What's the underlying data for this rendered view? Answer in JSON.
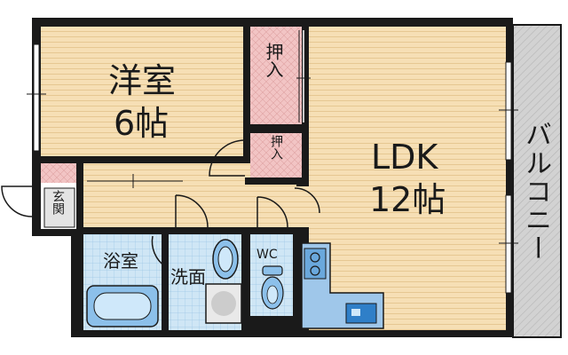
{
  "rooms": {
    "western": {
      "name": "洋室",
      "size": "6帖"
    },
    "ldk": {
      "name": "LDK",
      "size": "12帖"
    },
    "closet_large": "押入",
    "closet_small": "押入",
    "entrance": "玄関",
    "bath": "浴室",
    "washroom": "洗面",
    "wc": "WC",
    "balcony": "バルコニー"
  },
  "colors": {
    "wall": "#1a1a1a",
    "floor": "#f6dfb5",
    "floor_line": "#e6c792",
    "closet": "#f2c4c4",
    "tile": "#cfe6f5",
    "balcony": "#d2d2d2",
    "fixture": "#6aa8dc"
  }
}
